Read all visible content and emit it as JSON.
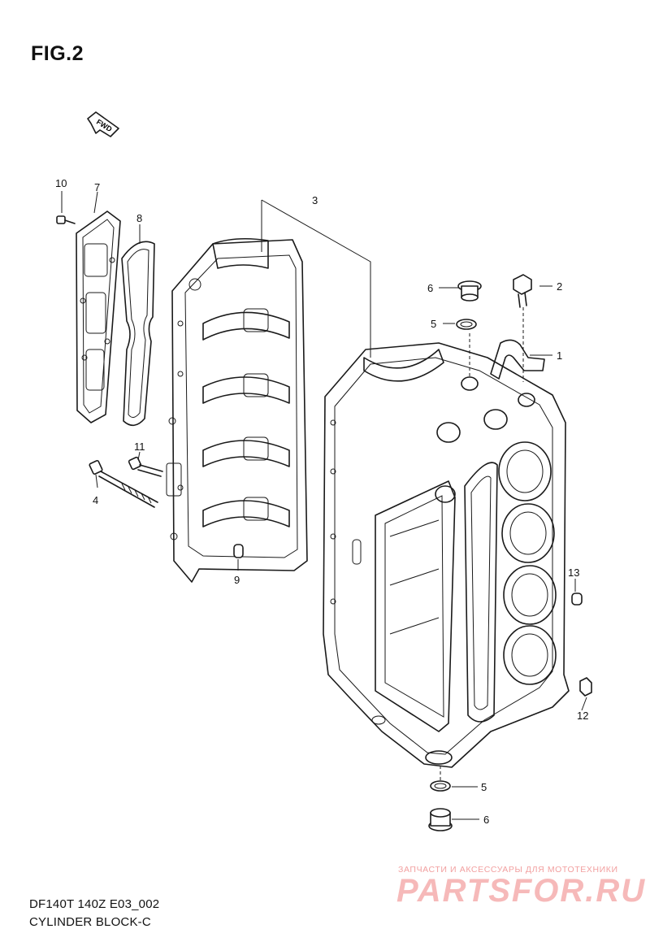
{
  "figure": {
    "title": "FIG.2",
    "fwd_label": "FWD"
  },
  "callouts": {
    "c1": "1",
    "c2": "2",
    "c3": "3",
    "c4": "4",
    "c5a": "5",
    "c5b": "5",
    "c6a": "6",
    "c6b": "6",
    "c7": "7",
    "c8": "8",
    "c9": "9",
    "c10": "10",
    "c11": "11",
    "c12": "12",
    "c13": "13"
  },
  "caption": {
    "model": "DF140T 140Z E03_002",
    "section": "CYLINDER BLOCK-C"
  },
  "watermark": {
    "tagline": "ЗАПЧАСТИ И АКСЕССУАРЫ ДЛЯ МОТОТЕХНИКИ",
    "brand": "PARTSFOR.RU"
  }
}
